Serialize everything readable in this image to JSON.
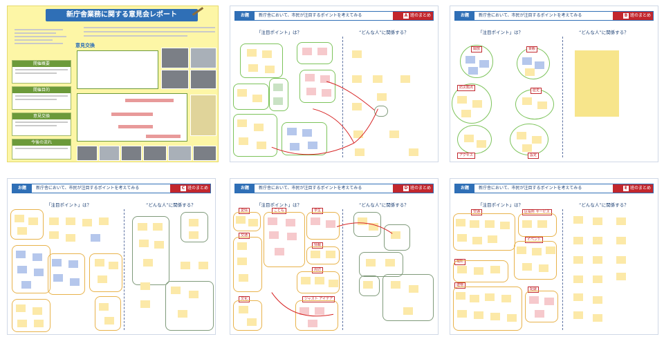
{
  "report": {
    "title": "新庁舎業務に関する意見会レポート",
    "sections": [
      "開催概要",
      "開催目的",
      "意見交換",
      "今後の流れ"
    ],
    "banner": "意見交換"
  },
  "slides": [
    {
      "letter": "A",
      "odai": "お題",
      "question": "新庁舎において、市民が注目するポイントを考えてみる",
      "group_suffix": "班のまとめ",
      "left_heading": "「注目ポイント」は？",
      "right_heading": "“どんな人”に関係する？"
    },
    {
      "letter": "B",
      "odai": "お題",
      "question": "新庁舎において、市民が注目するポイントを考えてみる",
      "group_suffix": "班のまとめ",
      "left_heading": "「注目ポイント」は？",
      "right_heading": "“どんな人”に関係する？",
      "tags": [
        "開放",
        "景観",
        "防災拠点",
        "歴史",
        "アクセス",
        "設定"
      ]
    },
    {
      "letter": "C",
      "odai": "お題",
      "question": "新庁舎において、市民が注目するポイントを考えてみる",
      "group_suffix": "班のまとめ",
      "left_heading": "「注目ポイント」は？",
      "right_heading": "“どんな人”に関係する？"
    },
    {
      "letter": "D",
      "odai": "お題",
      "question": "新庁舎において、市民が注目するポイントを考えてみる",
      "group_suffix": "班のまとめ",
      "left_heading": "「注目ポイント」は？",
      "right_heading": "“どんな人”に関係する？",
      "tags": [
        "愛情",
        "こども",
        "学生",
        "交通",
        "情報",
        "周辺",
        "文化",
        "ジャスト アイデア"
      ]
    },
    {
      "letter": "E",
      "odai": "お題",
      "question": "新庁舎において、市民が注目するポイントを考えてみる",
      "group_suffix": "班のまとめ",
      "left_heading": "「注目ポイント」は？",
      "right_heading": "“どんな人”に関係する？",
      "tags": [
        "交通",
        "区役所 サービス",
        "イベント",
        "場所",
        "建物",
        "配慮"
      ]
    }
  ],
  "colors": {
    "accent": "#2f6fb6",
    "group": "#c2272d",
    "report_bg": "#fdf6a6"
  }
}
